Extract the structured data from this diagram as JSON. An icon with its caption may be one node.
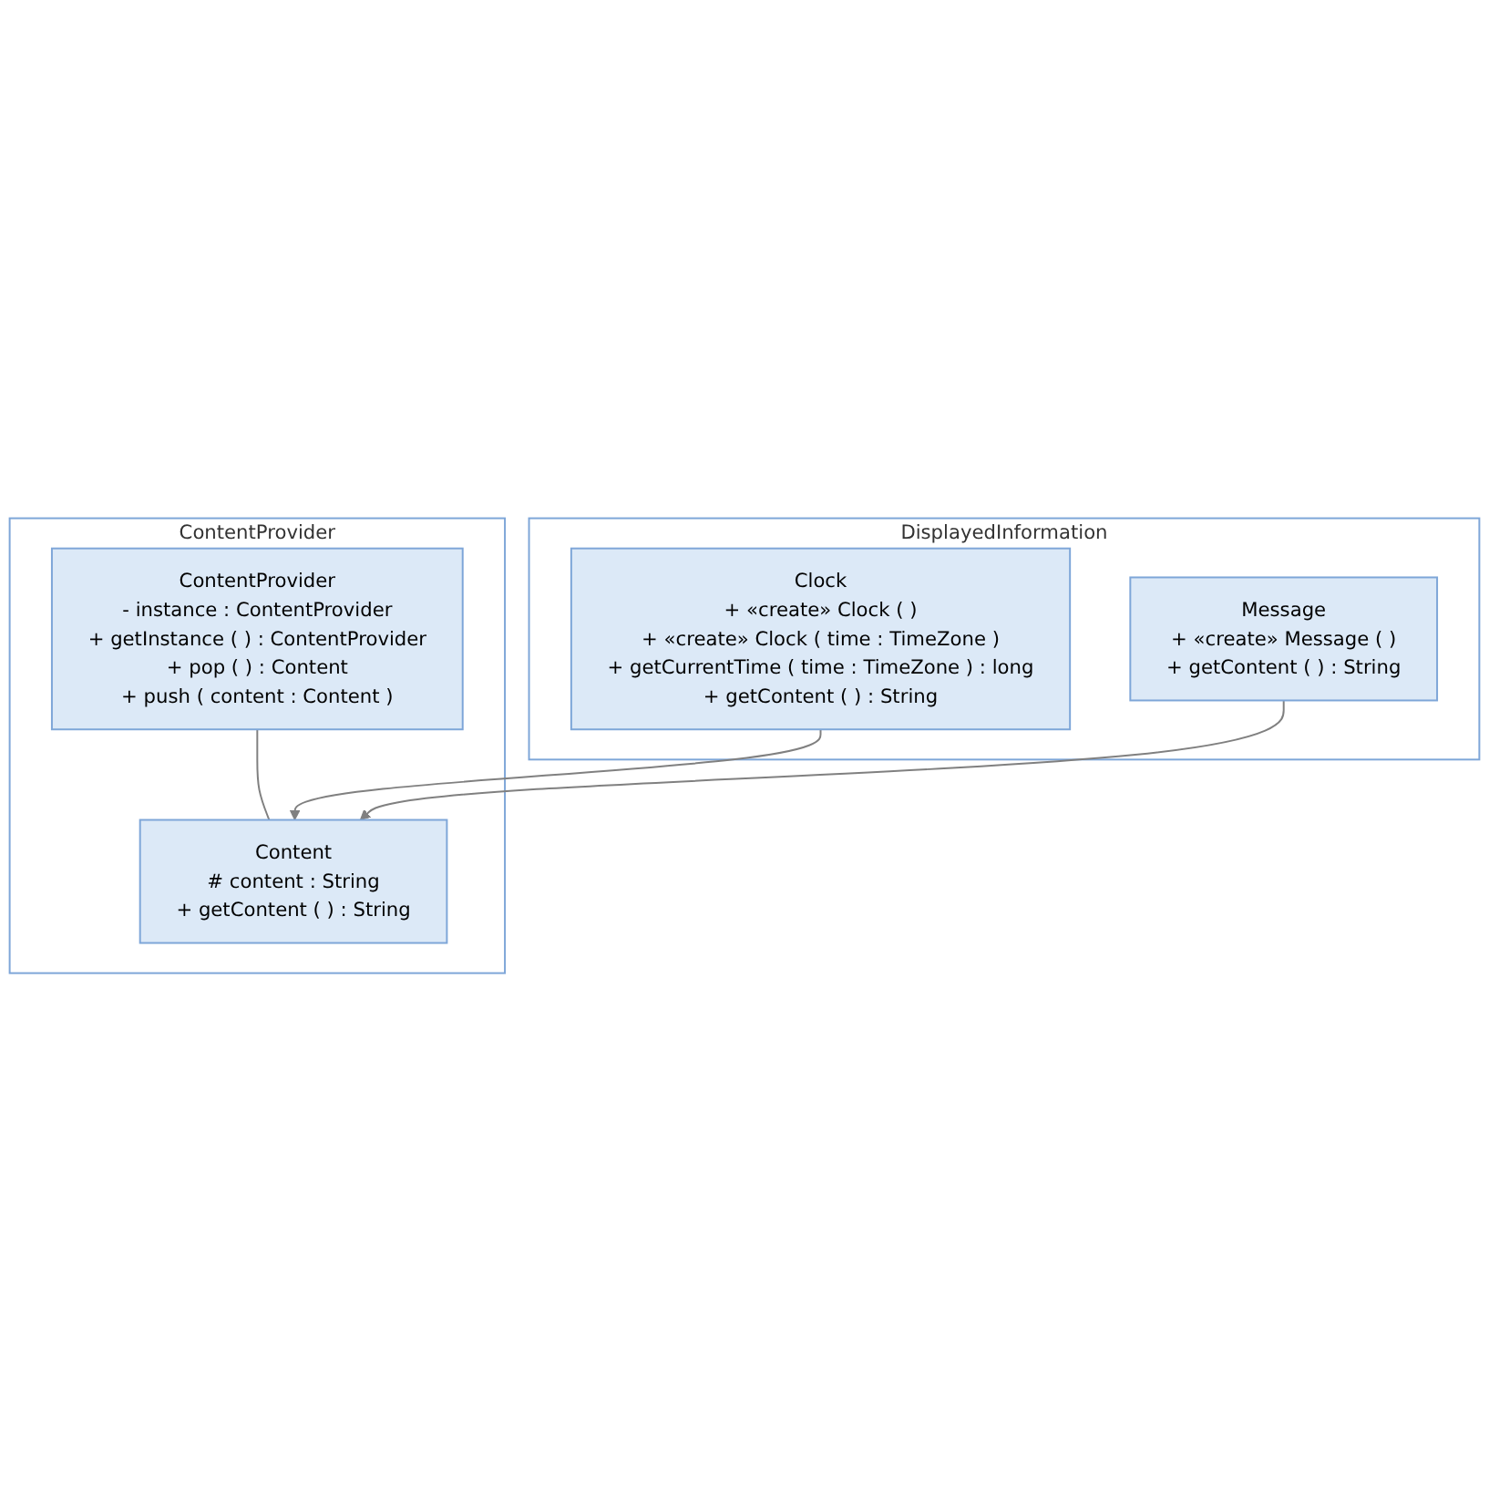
{
  "diagram": {
    "nodes": [
      {
        "text": [
          "ContentProvider"
        ]
      },
      {
        "text": [
          "ContentProvider",
          "- instance : ContentProvider",
          "+ getInstance ( ) : ContentProvider",
          "+ pop ( ) : Content",
          "+ push ( content : Content )"
        ],
        "in": 0
      },
      {
        "text": [
          "Content",
          "# content : String",
          "+ getContent ( ) : String"
        ],
        "in": 0
      },
      {
        "text": [
          "DisplayedInformation"
        ]
      },
      {
        "text": [
          "Clock",
          "+ «create» Clock ( )",
          "+ «create» Clock ( time : TimeZone )",
          "+ getCurrentTime ( time : TimeZone ) : long",
          "+ getContent ( ) : String"
        ],
        "in": 3
      },
      {
        "text": [
          "Message",
          "+ «create» Message ( )",
          "+ getContent ( ) : String"
        ],
        "in": 3
      }
    ],
    "edges": [
      {
        "from": 1,
        "to": 2,
        "arrow": "none"
      },
      {
        "from": 4,
        "to": 2,
        "arrow": "to"
      },
      {
        "from": 5,
        "to": 2,
        "arrow": "to"
      }
    ]
  }
}
